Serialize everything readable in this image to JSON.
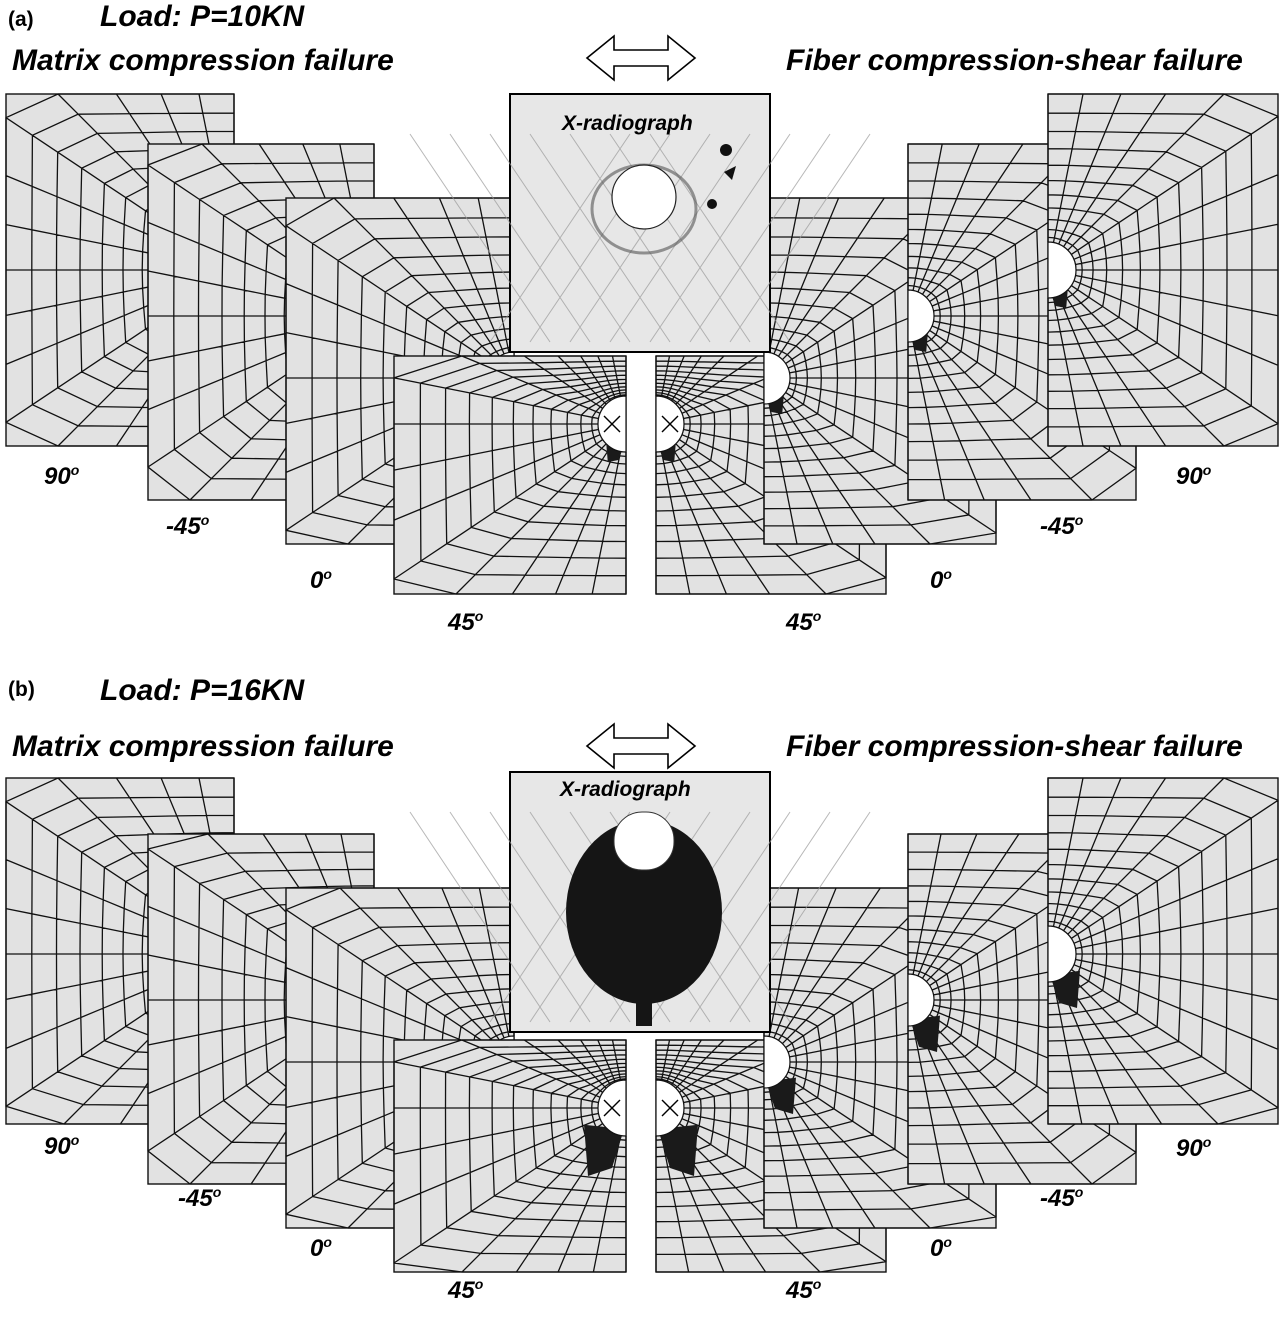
{
  "panels": [
    {
      "label": "(a)",
      "load": "Load: P=10KN",
      "left_title": "Matrix compression failure",
      "right_title": "Fiber compression-shear failure",
      "xray_label": "X-radiograph",
      "angles_left": [
        {
          "value": "90",
          "unit": "o"
        },
        {
          "value": "-45",
          "unit": "o"
        },
        {
          "value": "0",
          "unit": "o"
        },
        {
          "value": "45",
          "unit": "o"
        }
      ],
      "angles_right": [
        {
          "value": "90",
          "unit": "o"
        },
        {
          "value": "-45",
          "unit": "o"
        },
        {
          "value": "0",
          "unit": "o"
        },
        {
          "value": "45",
          "unit": "o"
        }
      ]
    },
    {
      "label": "(b)",
      "load": "Load: P=16KN",
      "left_title": "Matrix compression failure",
      "right_title": "Fiber compression-shear failure",
      "xray_label": "X-radiograph",
      "angles_left": [
        {
          "value": "90",
          "unit": "o"
        },
        {
          "value": "-45",
          "unit": "o"
        },
        {
          "value": "0",
          "unit": "o"
        },
        {
          "value": "45",
          "unit": "o"
        }
      ],
      "angles_right": [
        {
          "value": "90",
          "unit": "o"
        },
        {
          "value": "-45",
          "unit": "o"
        },
        {
          "value": "0",
          "unit": "o"
        },
        {
          "value": "45",
          "unit": "o"
        }
      ]
    }
  ],
  "colors": {
    "mesh_fill": "#e2e2e2",
    "mesh_line": "#111111",
    "damage": "#1a1a1a",
    "xray_bg": "#e7e7e7"
  }
}
